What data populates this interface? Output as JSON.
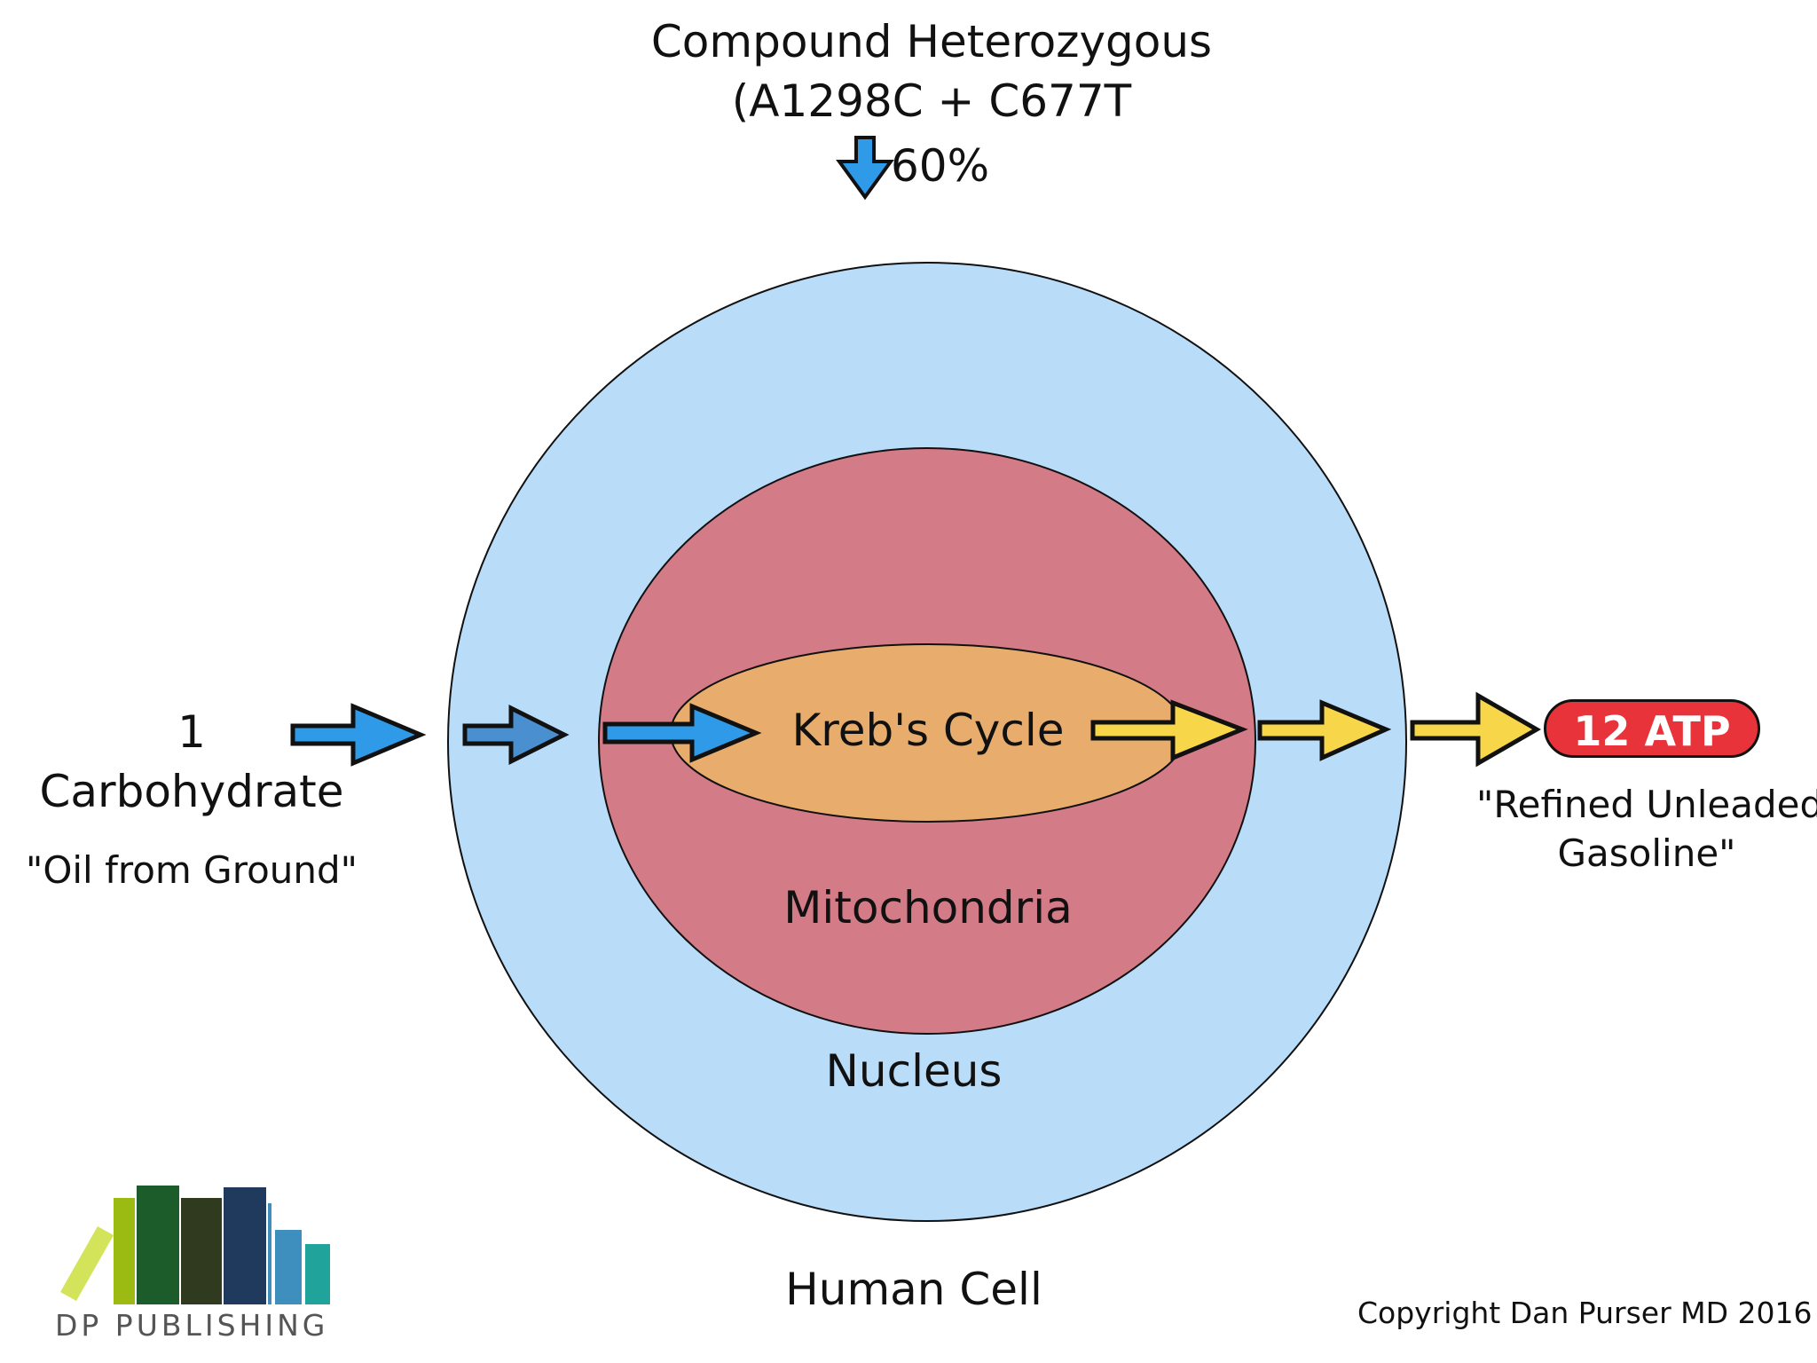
{
  "diagram": {
    "header": {
      "line1": "Compound Heterozygous",
      "line2": "(A1298C + C677T",
      "reduction": "60%"
    },
    "input": {
      "count": "1",
      "name": "Carbohydrate",
      "analogy": "\"Oil from Ground\""
    },
    "regions": {
      "kreb": "Kreb's Cycle",
      "mitochondria": "Mitochondria",
      "nucleus": "Nucleus",
      "cell": "Human Cell"
    },
    "output": {
      "atp": "12 ATP",
      "analogy_line1": "\"Refined Unleaded",
      "analogy_line2": "Gasoline\""
    },
    "colors": {
      "cell": "#b9dcf8",
      "mitochondria": "#d47b88",
      "kreb": "#e8ad6d",
      "blue_arrow": "#2f9be8",
      "blue_arrow_dark": "#4a8fd0",
      "yellow_arrow": "#f7d64a",
      "atp_badge": "#e8333b"
    }
  },
  "footer": {
    "logo_text": "DP PUBLISHING",
    "copyright": "Copyright Dan Purser MD 2016"
  }
}
